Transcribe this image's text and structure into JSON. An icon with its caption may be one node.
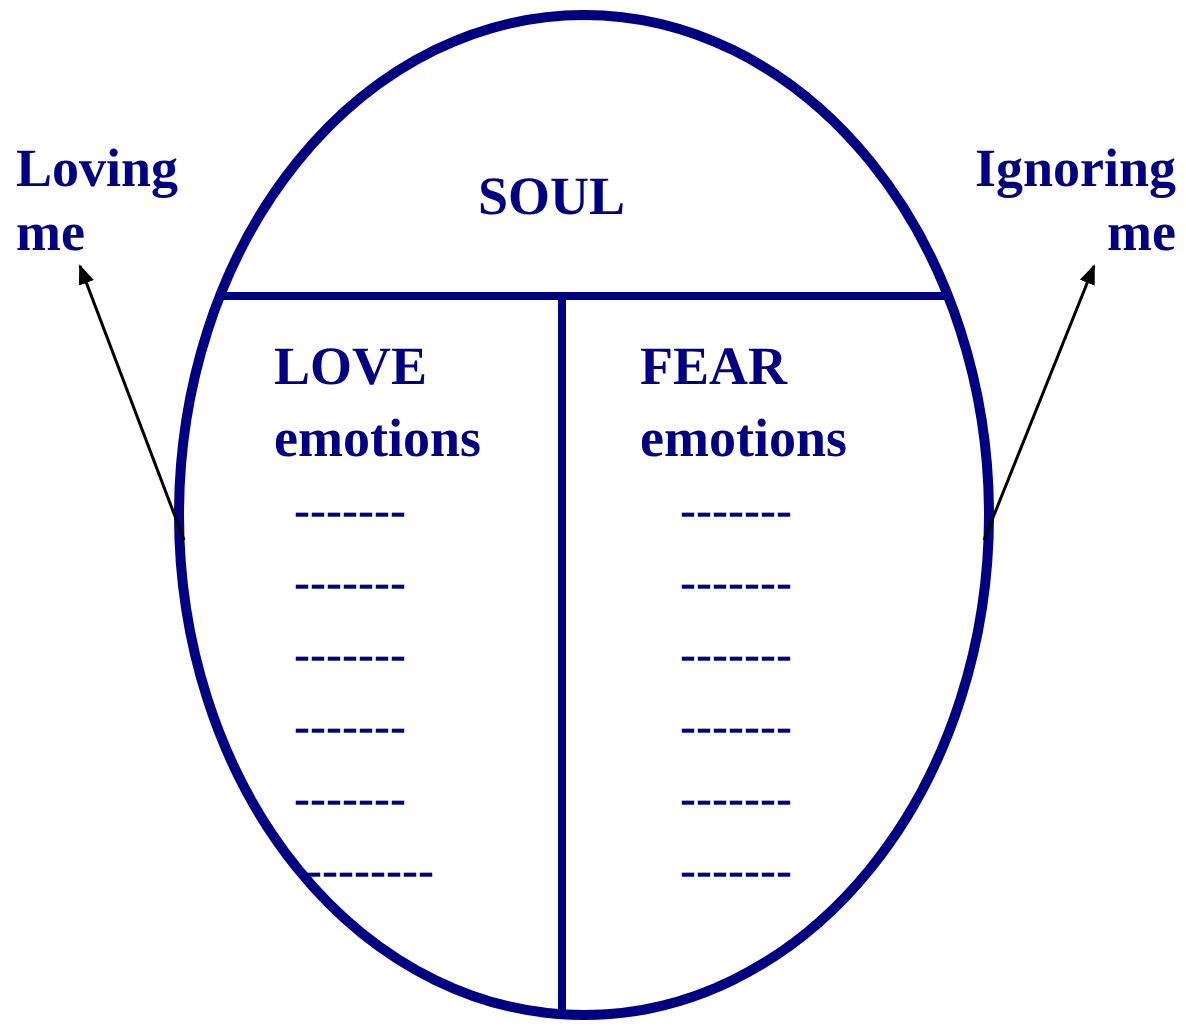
{
  "diagram": {
    "nodes": [
      {
        "text": [],
        "shape": "oval"
      },
      {
        "text": [
          "SOUL"
        ],
        "in": 0
      },
      {
        "text": [
          "LOVE emotions",
          "-------",
          "-------",
          "-------",
          "-------",
          "-------",
          "--------"
        ],
        "in": 0
      },
      {
        "text": [
          "FEAR emotions",
          "-------",
          "-------",
          "-------",
          "-------",
          "-------",
          "-------"
        ],
        "in": 0
      },
      {
        "text": [
          "Loving me"
        ]
      },
      {
        "text": [
          "Ignoring me"
        ]
      }
    ],
    "edges": [
      {
        "from": 2,
        "to": 4,
        "arrow": "to"
      },
      {
        "from": 3,
        "to": 5,
        "arrow": "to"
      }
    ]
  }
}
